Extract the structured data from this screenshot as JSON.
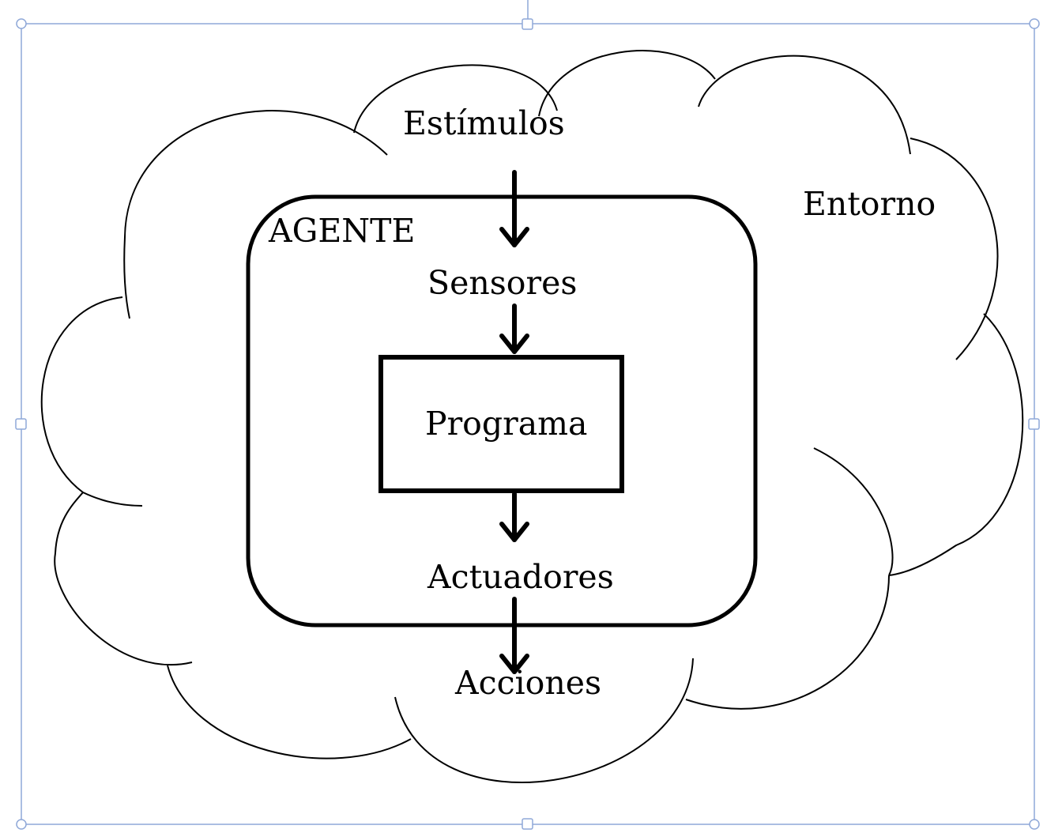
{
  "diagram": {
    "environment_label": "Entorno",
    "agent_label": "AGENTE",
    "stimuli_label": "Estímulos",
    "sensors_label": "Sensores",
    "program_label": "Programa",
    "actuators_label": "Actuadores",
    "actions_label": "Acciones"
  },
  "colors": {
    "stroke": "#000000",
    "selection": "#8fa8d8",
    "background": "#ffffff"
  },
  "selection": {
    "handles": [
      "corner",
      "edge-midpoint"
    ]
  }
}
